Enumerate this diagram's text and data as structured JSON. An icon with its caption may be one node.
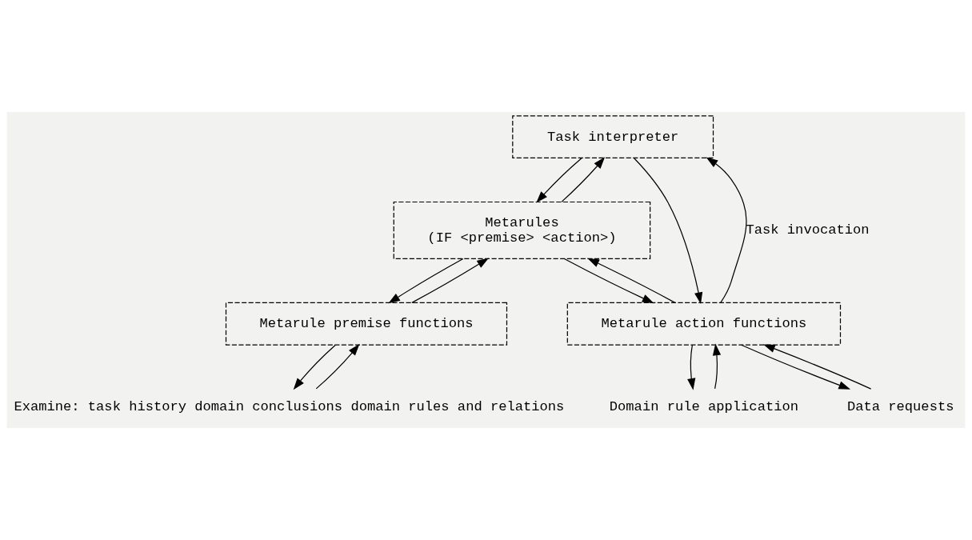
{
  "diagram": {
    "nodes": [
      {
        "text": [
          "Task interpreter"
        ]
      },
      {
        "text": [
          "Metarules",
          "(IF <premise> <action>)"
        ]
      },
      {
        "text": [
          "Metarule premise functions"
        ]
      },
      {
        "text": [
          "Metarule action functions"
        ]
      },
      {
        "text": [
          "Examine: task history domain conclusions domain rules and relations"
        ]
      },
      {
        "text": [
          "Domain rule application"
        ]
      },
      {
        "text": [
          "Data requests"
        ]
      }
    ],
    "edges": [
      {
        "from": 0,
        "to": 1,
        "arrow": "to"
      },
      {
        "from": 1,
        "to": 0,
        "arrow": "to"
      },
      {
        "from": 1,
        "to": 2,
        "arrow": "to"
      },
      {
        "from": 2,
        "to": 1,
        "arrow": "to"
      },
      {
        "from": 1,
        "to": 3,
        "arrow": "to"
      },
      {
        "from": 3,
        "to": 1,
        "arrow": "to"
      },
      {
        "from": 2,
        "to": 4,
        "arrow": "to"
      },
      {
        "from": 4,
        "to": 2,
        "arrow": "to"
      },
      {
        "from": 3,
        "to": 5,
        "arrow": "to"
      },
      {
        "from": 5,
        "to": 3,
        "arrow": "to"
      },
      {
        "from": 3,
        "to": 6,
        "arrow": "to"
      },
      {
        "from": 6,
        "to": 3,
        "arrow": "to"
      },
      {
        "from": 3,
        "to": 0,
        "arrow": "to",
        "label": "Task invocation"
      },
      {
        "from": 0,
        "to": 3,
        "arrow": "to"
      }
    ]
  }
}
